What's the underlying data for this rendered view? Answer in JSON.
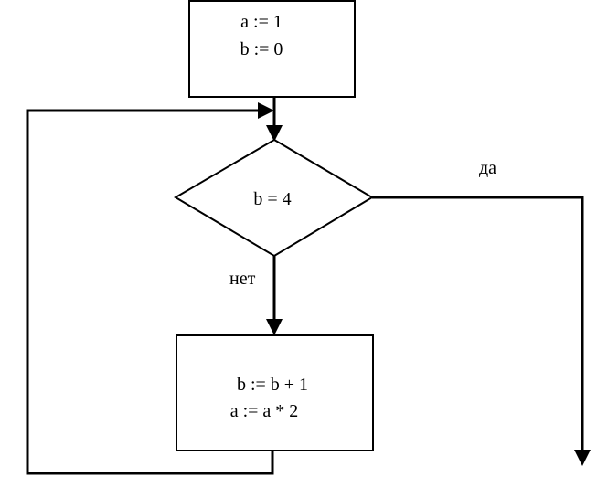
{
  "diagram": {
    "init_block": {
      "line1": "a := 1",
      "line2": "b := 0"
    },
    "condition": {
      "text": "b = 4",
      "yes_label": "да",
      "no_label": "нет"
    },
    "loop_body": {
      "line1": "b := b + 1",
      "line2": "a := a * 2"
    }
  }
}
